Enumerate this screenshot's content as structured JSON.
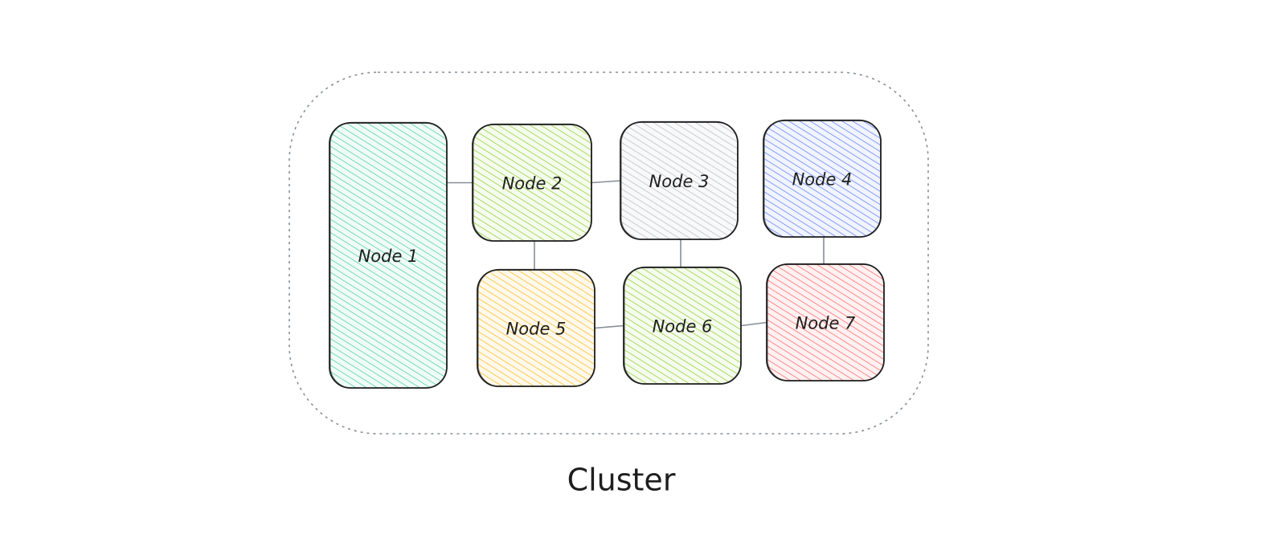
{
  "cluster": {
    "label": "Cluster",
    "border_color": "#868e96"
  },
  "nodes": [
    {
      "id": "node-1",
      "label": "Node 1",
      "color": "#38c793"
    },
    {
      "id": "node-2",
      "label": "Node 2",
      "color": "#82c91e"
    },
    {
      "id": "node-3",
      "label": "Node 3",
      "color": "#adb5bd"
    },
    {
      "id": "node-4",
      "label": "Node 4",
      "color": "#4c6ef5"
    },
    {
      "id": "node-5",
      "label": "Node 5",
      "color": "#fab005"
    },
    {
      "id": "node-6",
      "label": "Node 6",
      "color": "#82c91e"
    },
    {
      "id": "node-7",
      "label": "Node 7",
      "color": "#fa5252"
    }
  ],
  "links": [
    [
      "node-1",
      "node-2"
    ],
    [
      "node-2",
      "node-3"
    ],
    [
      "node-2",
      "node-5"
    ],
    [
      "node-3",
      "node-6"
    ],
    [
      "node-4",
      "node-7"
    ],
    [
      "node-5",
      "node-6"
    ],
    [
      "node-6",
      "node-7"
    ]
  ],
  "stroke_color": "#1e1e1e",
  "link_color": "#868e96"
}
